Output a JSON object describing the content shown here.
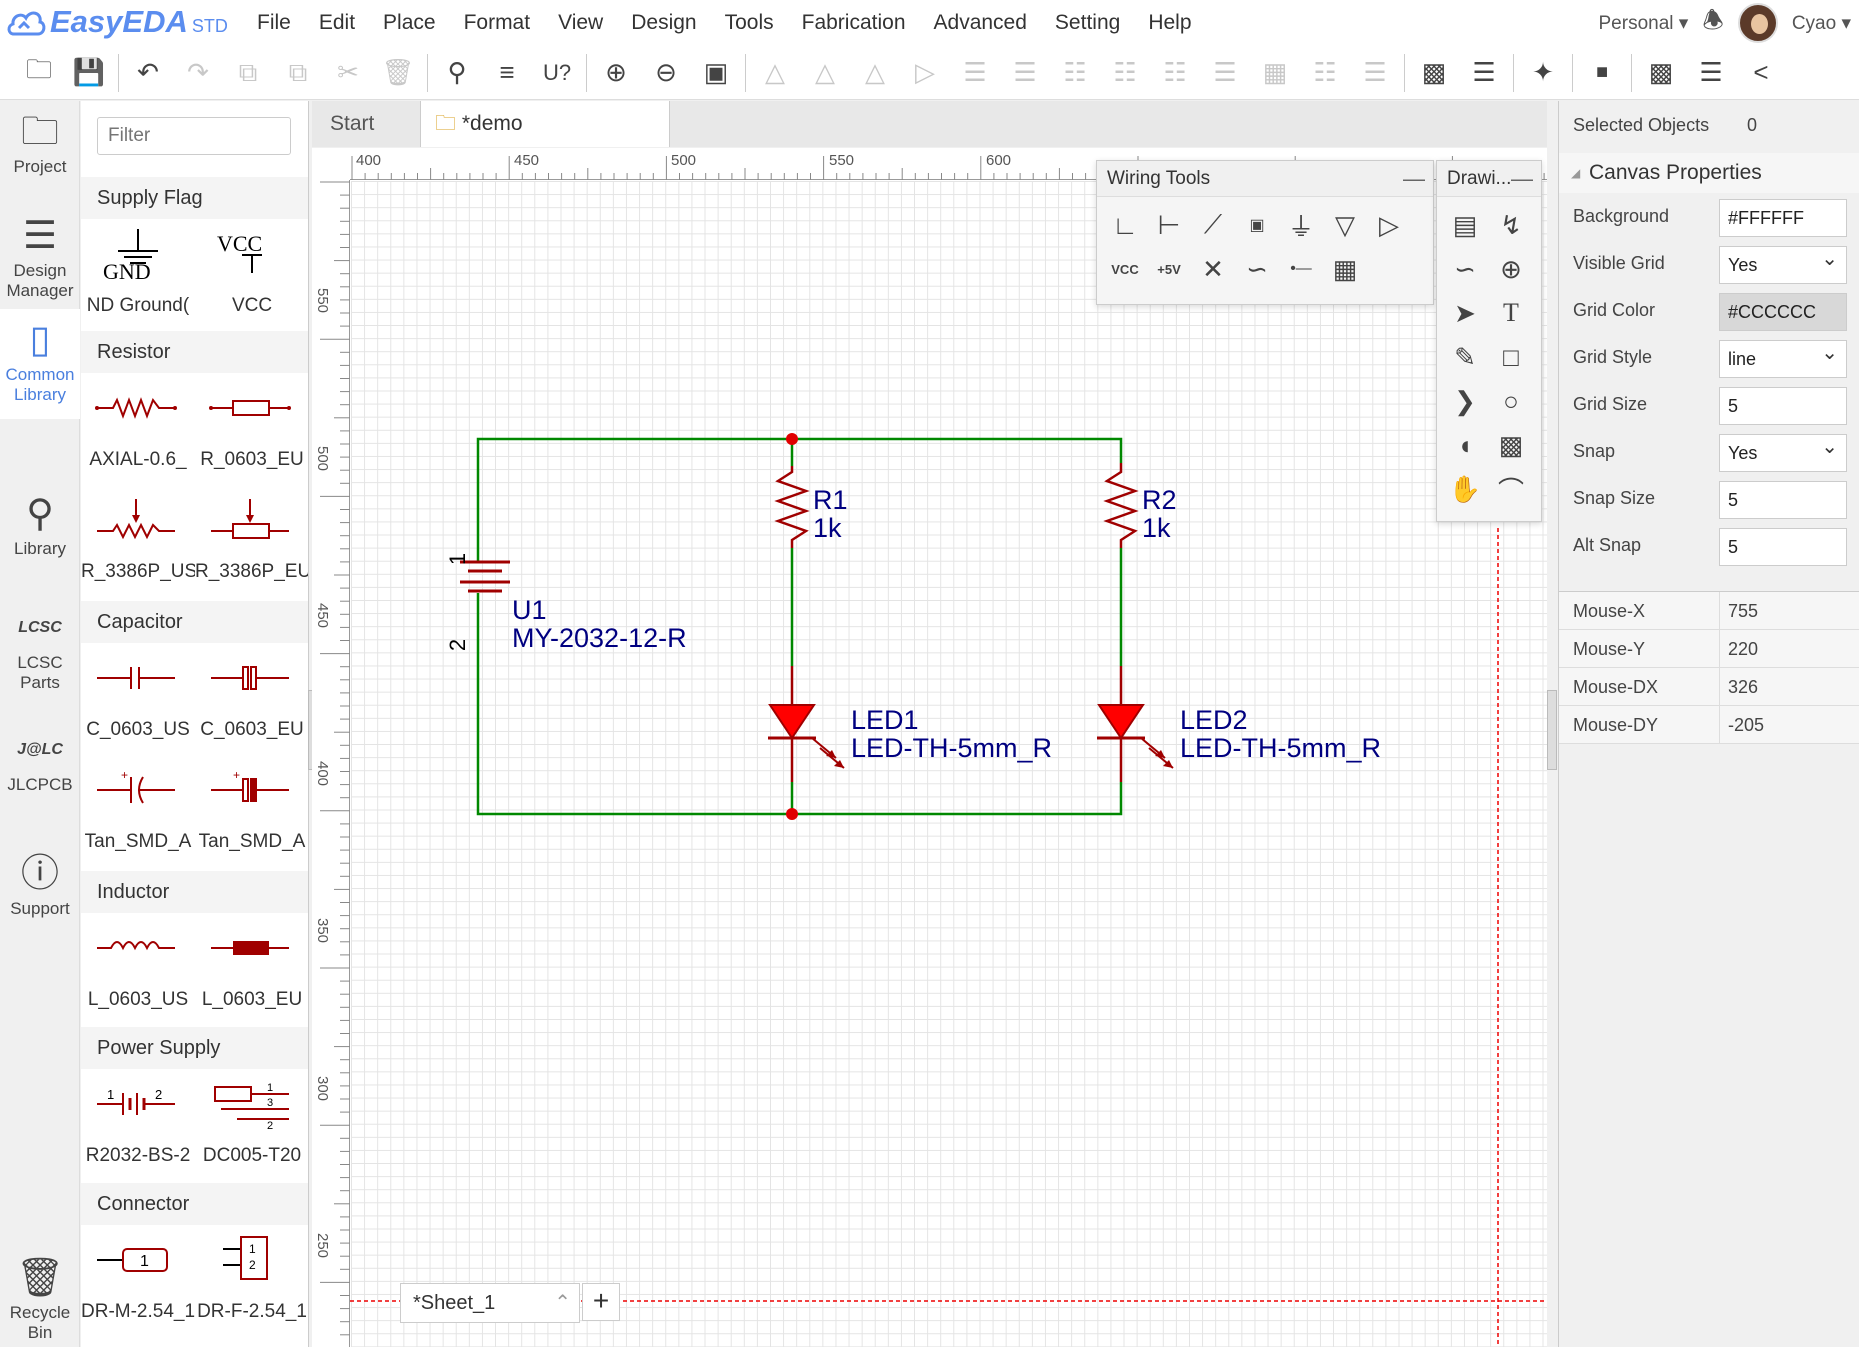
{
  "app": {
    "logo_text": "EasyEDA",
    "logo_edition": "STD",
    "menu": [
      "File",
      "Edit",
      "Place",
      "Format",
      "View",
      "Design",
      "Tools",
      "Fabrication",
      "Advanced",
      "Setting",
      "Help"
    ],
    "workspace": "Personal",
    "user": "Cyao"
  },
  "leftnav": {
    "items": [
      {
        "label": "Project",
        "icon": "folder-icon"
      },
      {
        "label": "Design Manager",
        "icon": "list-icon"
      },
      {
        "label": "Common Library",
        "icon": "chip-icon"
      },
      {
        "label": "Library",
        "icon": "library-search-icon"
      },
      {
        "label": "LCSC Parts",
        "icon": "lcsc-icon"
      },
      {
        "label": "JLCPCB",
        "icon": "jlc-icon"
      },
      {
        "label": "Support",
        "icon": "help-icon"
      },
      {
        "label": "Recycle Bin",
        "icon": "trash-icon"
      }
    ]
  },
  "library": {
    "filter_placeholder": "Filter",
    "sections": [
      {
        "title": "Supply Flag",
        "cells": [
          "ND Ground(",
          "VCC"
        ]
      },
      {
        "title": "Resistor",
        "cells": [
          "AXIAL-0.6_",
          "R_0603_EU",
          "R_3386P_US",
          "R_3386P_EU"
        ]
      },
      {
        "title": "Capacitor",
        "cells": [
          "C_0603_US",
          "C_0603_EU",
          "Tan_SMD_A",
          "Tan_SMD_A"
        ]
      },
      {
        "title": "Inductor",
        "cells": [
          "L_0603_US",
          "L_0603_EU"
        ]
      },
      {
        "title": "Power Supply",
        "cells": [
          "R2032-BS-2",
          "DC005-T20"
        ]
      },
      {
        "title": "Connector",
        "cells": [
          "DR-M-2.54_1",
          "DR-F-2.54_1"
        ]
      }
    ],
    "gnd_symbol_text": "GND",
    "vcc_symbol_text": "VCC"
  },
  "editor": {
    "tabs": [
      "Start",
      "*demo"
    ],
    "ruler_top": [
      "400",
      "450",
      "500",
      "550",
      "600"
    ],
    "ruler_left": [
      "550",
      "500",
      "450",
      "400",
      "350",
      "300",
      "250"
    ],
    "sheet_tab": "*Sheet_1",
    "sheet_add": "+"
  },
  "schematic": {
    "U1": {
      "ref": "U1",
      "value": "MY-2032-12-R",
      "pin1": "1",
      "pin2": "2"
    },
    "R1": {
      "ref": "R1",
      "value": "1k"
    },
    "R2": {
      "ref": "R2",
      "value": "1k"
    },
    "LED1": {
      "ref": "LED1",
      "value": "LED-TH-5mm_R"
    },
    "LED2": {
      "ref": "LED2",
      "value": "LED-TH-5mm_R"
    },
    "wire_color": "#008800",
    "part_color": "#a00000",
    "text_color": "#000080"
  },
  "wiring_tools": {
    "title": "Wiring Tools",
    "minimize": "—"
  },
  "drawing_tools": {
    "title": "Drawi...",
    "minimize": "—"
  },
  "properties": {
    "selected_label": "Selected Objects",
    "selected_count": "0",
    "section_title": "Canvas Properties",
    "rows": [
      {
        "label": "Background",
        "value": "#FFFFFF"
      },
      {
        "label": "Visible Grid",
        "value": "Yes"
      },
      {
        "label": "Grid Color",
        "value": "#CCCCCC"
      },
      {
        "label": "Grid Style",
        "value": "line"
      },
      {
        "label": "Grid Size",
        "value": "5"
      },
      {
        "label": "Snap",
        "value": "Yes"
      },
      {
        "label": "Snap Size",
        "value": "5"
      },
      {
        "label": "Alt Snap",
        "value": "5"
      }
    ],
    "mouse": [
      {
        "label": "Mouse-X",
        "value": "755"
      },
      {
        "label": "Mouse-Y",
        "value": "220"
      },
      {
        "label": "Mouse-DX",
        "value": "326"
      },
      {
        "label": "Mouse-DY",
        "value": "-205"
      }
    ]
  }
}
